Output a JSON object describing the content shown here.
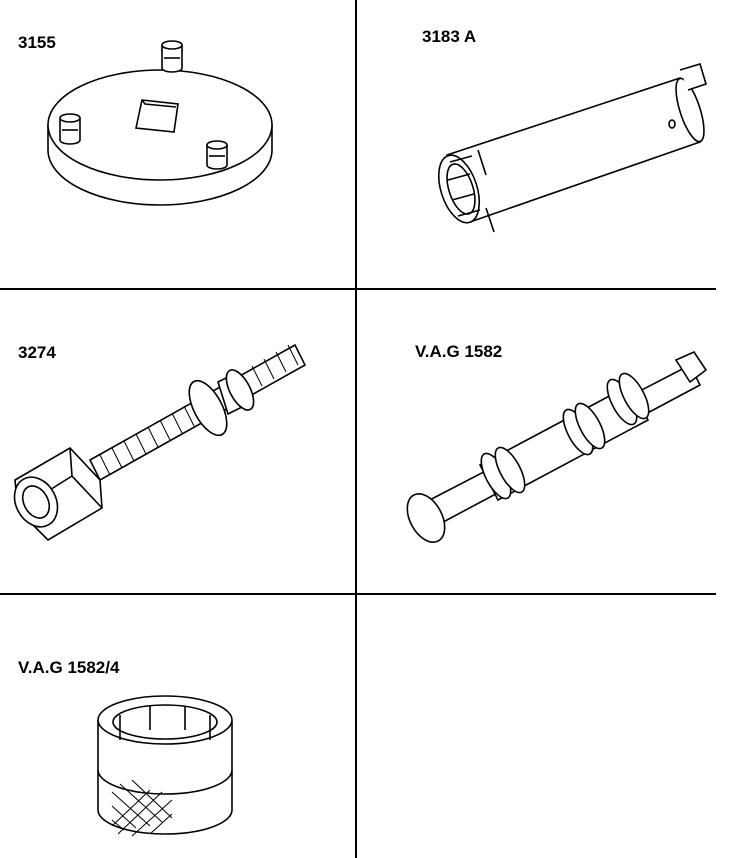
{
  "tools": [
    {
      "label": "3155"
    },
    {
      "label": "3183 A"
    },
    {
      "label": "3274"
    },
    {
      "label": "V.A.G 1582"
    },
    {
      "label": "V.A.G 1582/4"
    }
  ]
}
